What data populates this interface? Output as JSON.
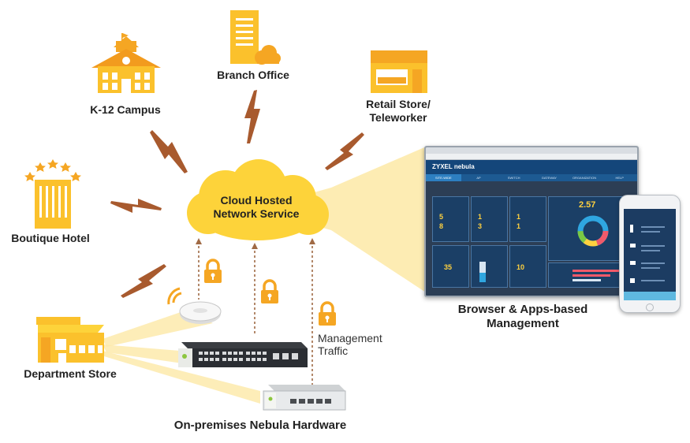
{
  "labels": {
    "branch_office": "Branch Office",
    "k12_campus": "K-12 Campus",
    "retail_store": "Retail Store/",
    "teleworker": "Teleworker",
    "boutique_hotel": "Boutique Hotel",
    "department_store": "Department Store",
    "cloud_line1": "Cloud Hosted",
    "cloud_line2": "Network Service",
    "management_line1": "Management",
    "management_line2": "Traffic",
    "browser_line1": "Browser & Apps-based",
    "browser_line2": "Management",
    "onprem": "On-premises Nebula Hardware"
  },
  "dashboard": {
    "brand": "ZYXEL nebula",
    "tabs": [
      "SITE-WIDE",
      "AP",
      "SWITCH",
      "GATEWAY",
      "ORGANIZATION",
      "HELP"
    ],
    "big_usage": "2.57",
    "clients_count": "35",
    "ap_online": "5",
    "ap_offline": "8",
    "switch_online": "1",
    "switch_offline": "3",
    "gateway_online": "1",
    "gateway_offline": "1",
    "connections": "10"
  },
  "colors": {
    "accent": "#FBBF24",
    "icon_orange": "#F5A623",
    "lightning": "#A0522D",
    "dashed": "#A06A45",
    "cloud": "#FDD33A"
  }
}
